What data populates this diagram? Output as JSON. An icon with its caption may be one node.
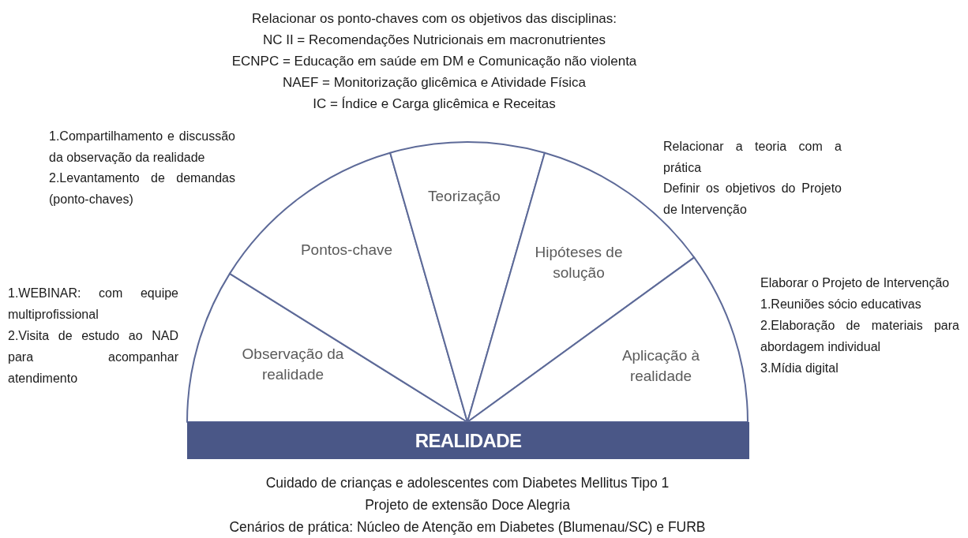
{
  "diagram": {
    "nodes": [
      {
        "text": [
          "Observação da realidade"
        ]
      },
      {
        "text": [
          "Pontos-chave"
        ]
      },
      {
        "text": [
          "Teorização"
        ]
      },
      {
        "text": [
          "Hipóteses de solução"
        ]
      },
      {
        "text": [
          "Aplicação à realidade"
        ]
      },
      {
        "text": [
          "REALIDADE"
        ]
      }
    ],
    "edges": [],
    "labels": [
      "Relacionar os ponto-chaves com os objetivos das disciplinas:",
      "NC II = Recomendações Nutricionais em macronutrientes",
      "ECNPC = Educação em saúde em DM e Comunicação não violenta",
      "NAEF = Monitorização glicêmica e Atividade Física",
      "IC = Índice e Carga glicêmica e Receitas",
      "1.Compartilhamento e discussão da observação da realidade",
      "2.Levantamento de demandas (ponto-chaves)",
      "Relacionar a teoria com a prática",
      "Definir os objetivos do Projeto de Intervenção",
      "1.WEBINAR: com equipe multiprofissional",
      "2.Visita de estudo ao NAD para acompanhar atendimento",
      "Elaborar o Projeto de Intervenção",
      "1.Reuniões sócio educativas",
      "2.Elaboração de materiais para abordagem individual",
      "3.Mídia digital",
      "Cuidado de crianças e adolescentes com Diabetes Mellitus Tipo 1",
      "Projeto de extensão Doce Alegria",
      "Cenários de prática: Núcleo de Atenção em Diabetes (Blumenau/SC) e FURB"
    ]
  }
}
